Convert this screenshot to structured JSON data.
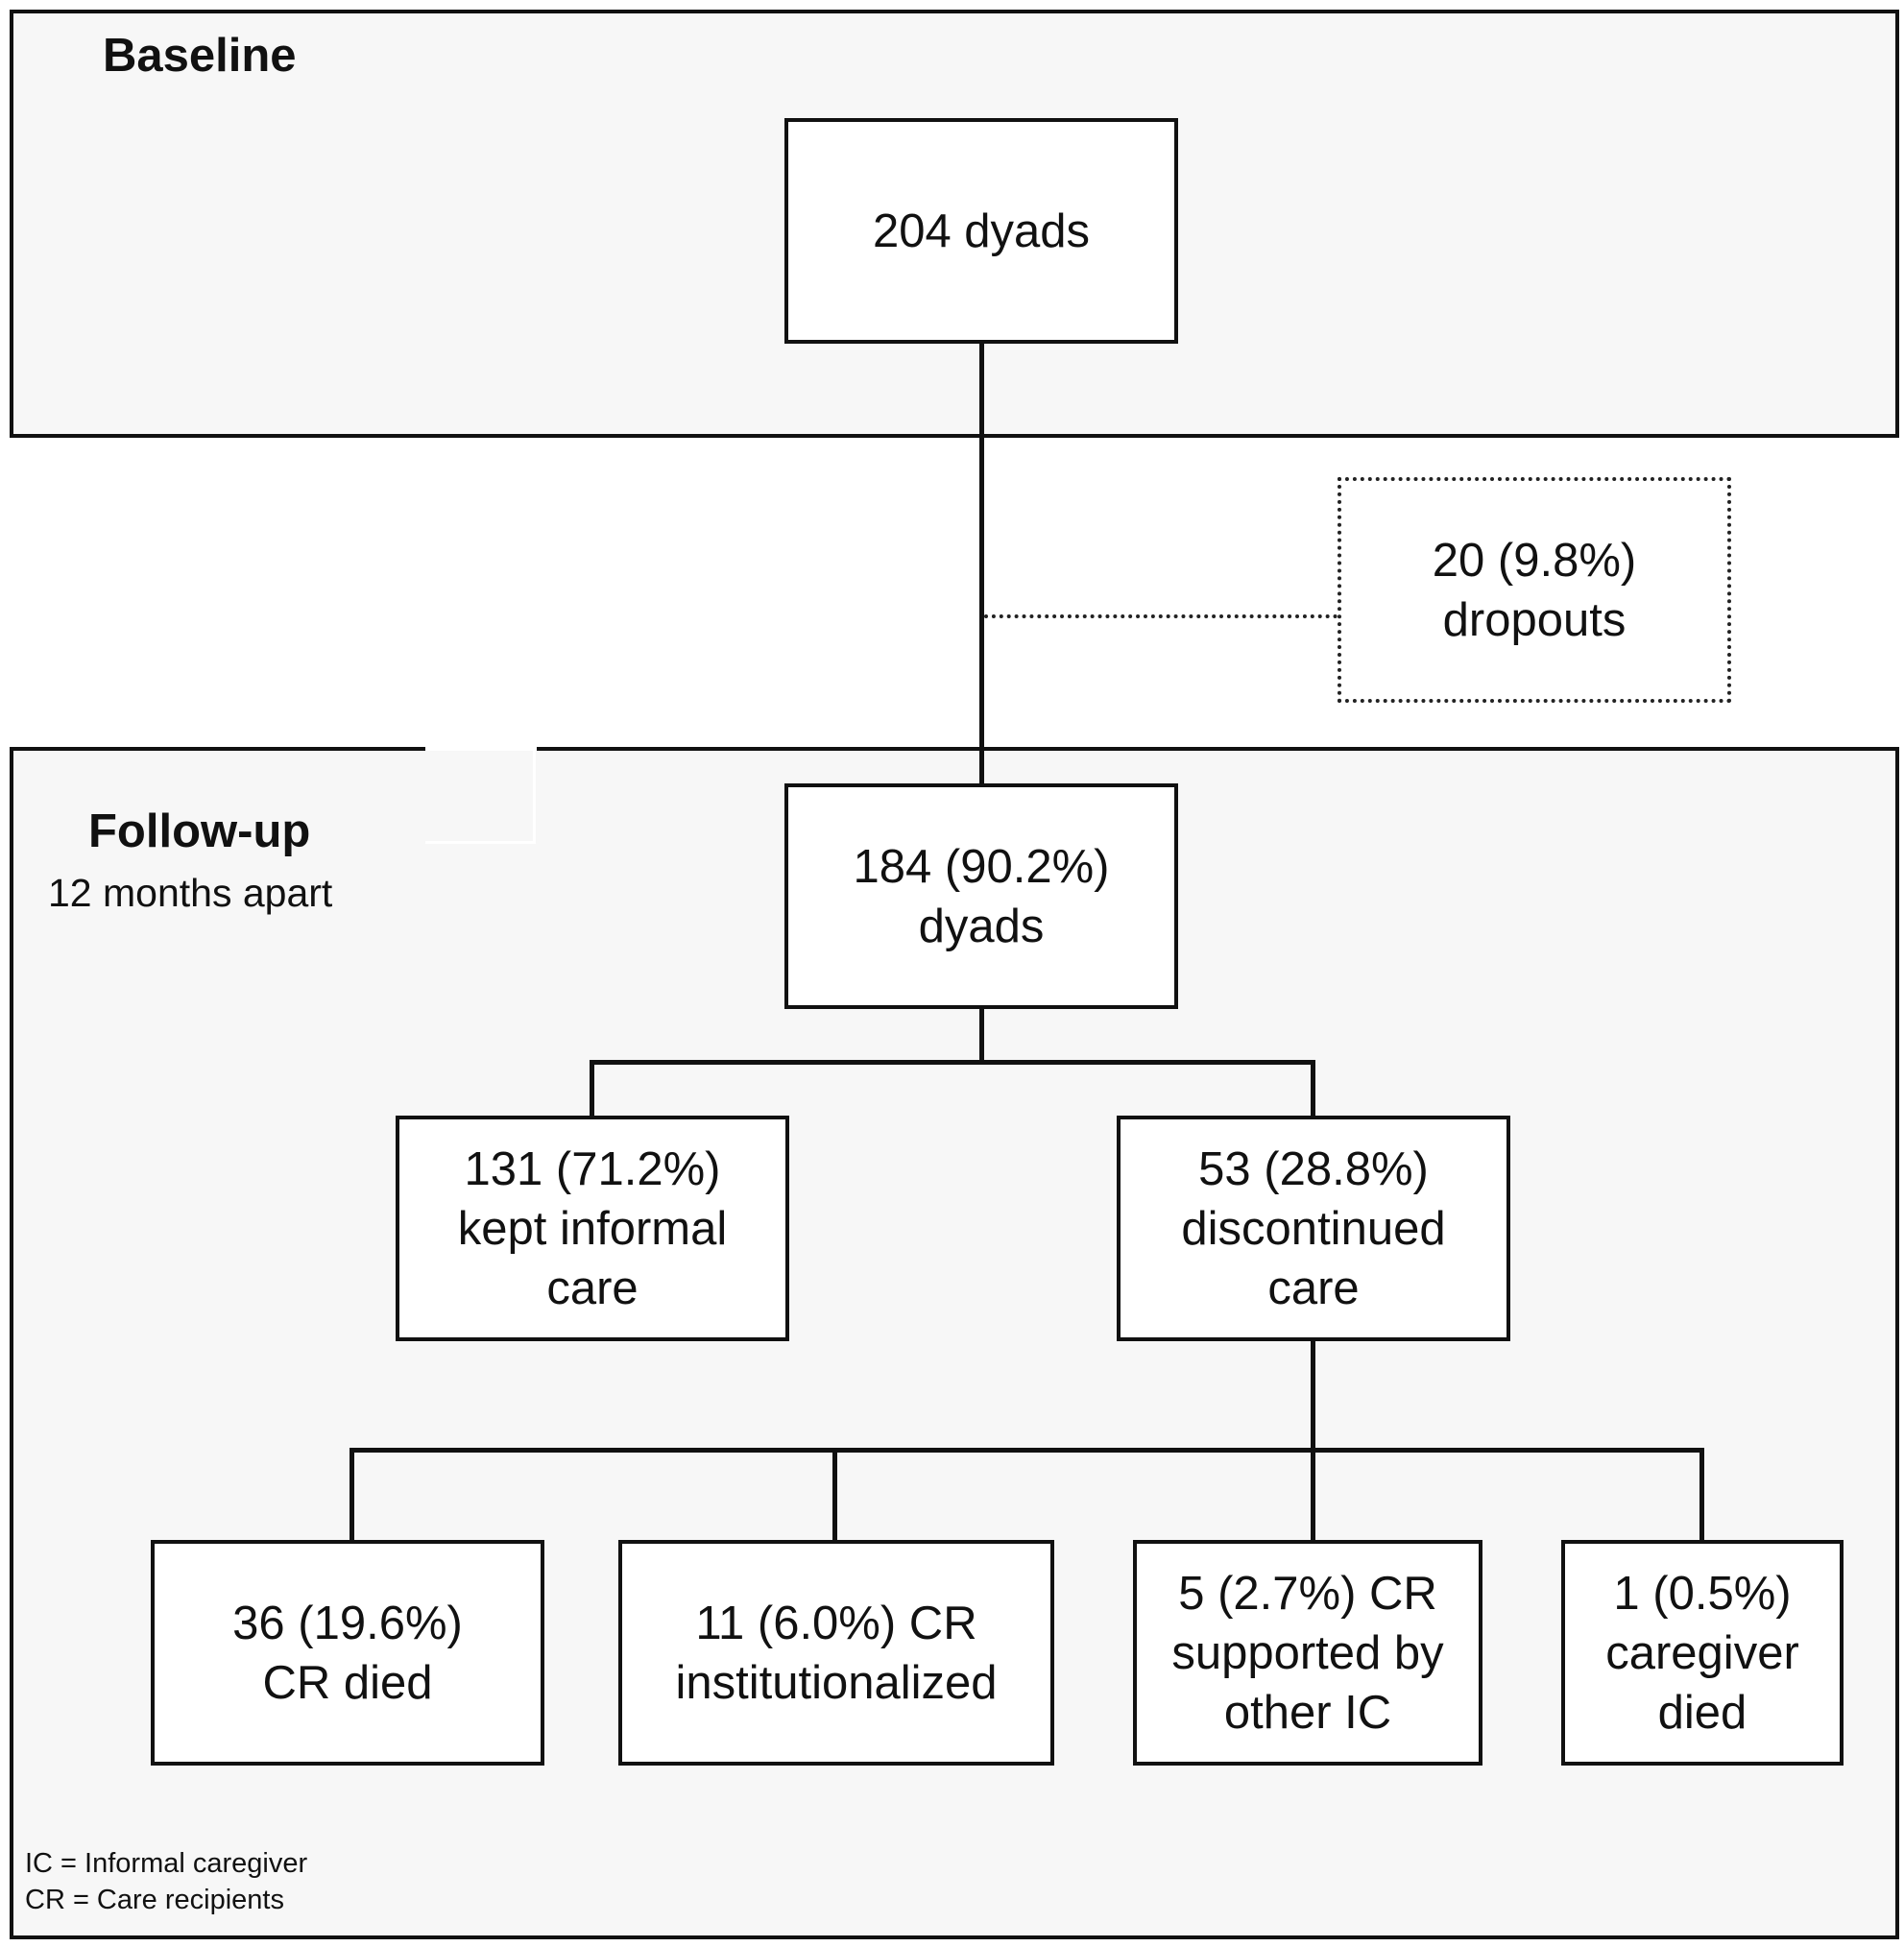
{
  "sections": {
    "baseline": {
      "title": "Baseline"
    },
    "followup": {
      "title": "Follow-up",
      "subtitle": "12 months apart"
    }
  },
  "nodes": {
    "baseline_dyads": "204 dyads",
    "dropouts": "20 (9.8%)\ndropouts",
    "followup_dyads": "184 (90.2%)\ndyads",
    "kept_care": "131 (71.2%)\nkept informal\ncare",
    "discontinued_care": "53 (28.8%)\ndiscontinued\ncare",
    "cr_died": "36 (19.6%)\nCR died",
    "cr_institutionalized": "11 (6.0%) CR\ninstitutionalized",
    "cr_other_ic": "5 (2.7%) CR\nsupported by\nother IC",
    "caregiver_died": "1 (0.5%)\ncaregiver\ndied"
  },
  "legend": {
    "ic": "IC = Informal caregiver",
    "cr": "CR = Care recipients"
  }
}
